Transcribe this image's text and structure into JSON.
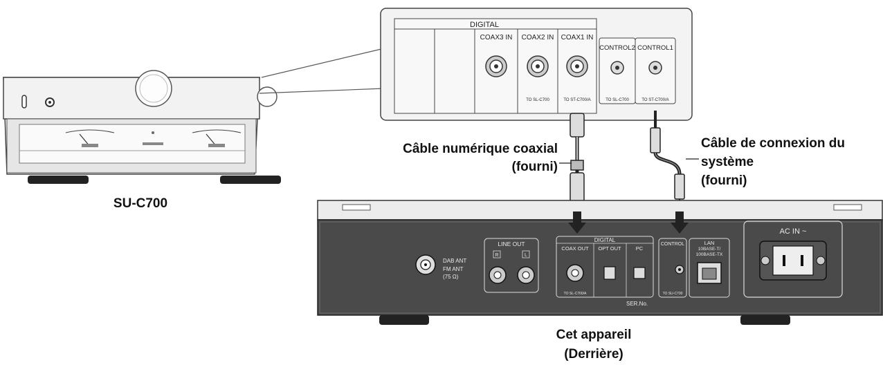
{
  "amp": {
    "model": "SU-C700"
  },
  "zoom": {
    "group_label": "DIGITAL",
    "jacks": [
      "COAX3  IN",
      "COAX2  IN",
      "COAX1  IN",
      "CONTROL2",
      "CONTROL1"
    ],
    "sublabels": [
      "TO  SL-C700",
      "TO  ST-C700/A",
      "TO  SL-C700",
      "TO  ST-C700/A"
    ]
  },
  "captions": {
    "coax_line1": "Câble numérique coaxial",
    "coax_line2": "(fourni)",
    "system_line1": "Câble de connexion du",
    "system_line2": "système",
    "system_line3": "(fourni)",
    "unit_line1": "Cet appareil",
    "unit_line2": "(Derrière)"
  },
  "rear_panel": {
    "dab_ant": "DAB ANT",
    "fm_ant": "FM ANT",
    "fm_ohm": "(75 Ω)",
    "line_out": "LINE OUT",
    "line_r": "R",
    "line_l": "L",
    "digital": "DIGITAL",
    "coax_out": "COAX OUT",
    "opt_out": "OPT OUT",
    "pc": "PC",
    "control": "CONTROL",
    "to_coax": "TO  SL-C700/A",
    "to_control": "TO  SU-C700",
    "ser_no": "SER.No.",
    "lan_line1": "LAN",
    "lan_line2": "10BASE-T/",
    "lan_line3": "100BASE-TX",
    "ac_in": "AC IN ~"
  },
  "colors": {
    "panel_dark": "#4a4a4a",
    "panel_light": "#ececec",
    "outline": "#333333"
  }
}
